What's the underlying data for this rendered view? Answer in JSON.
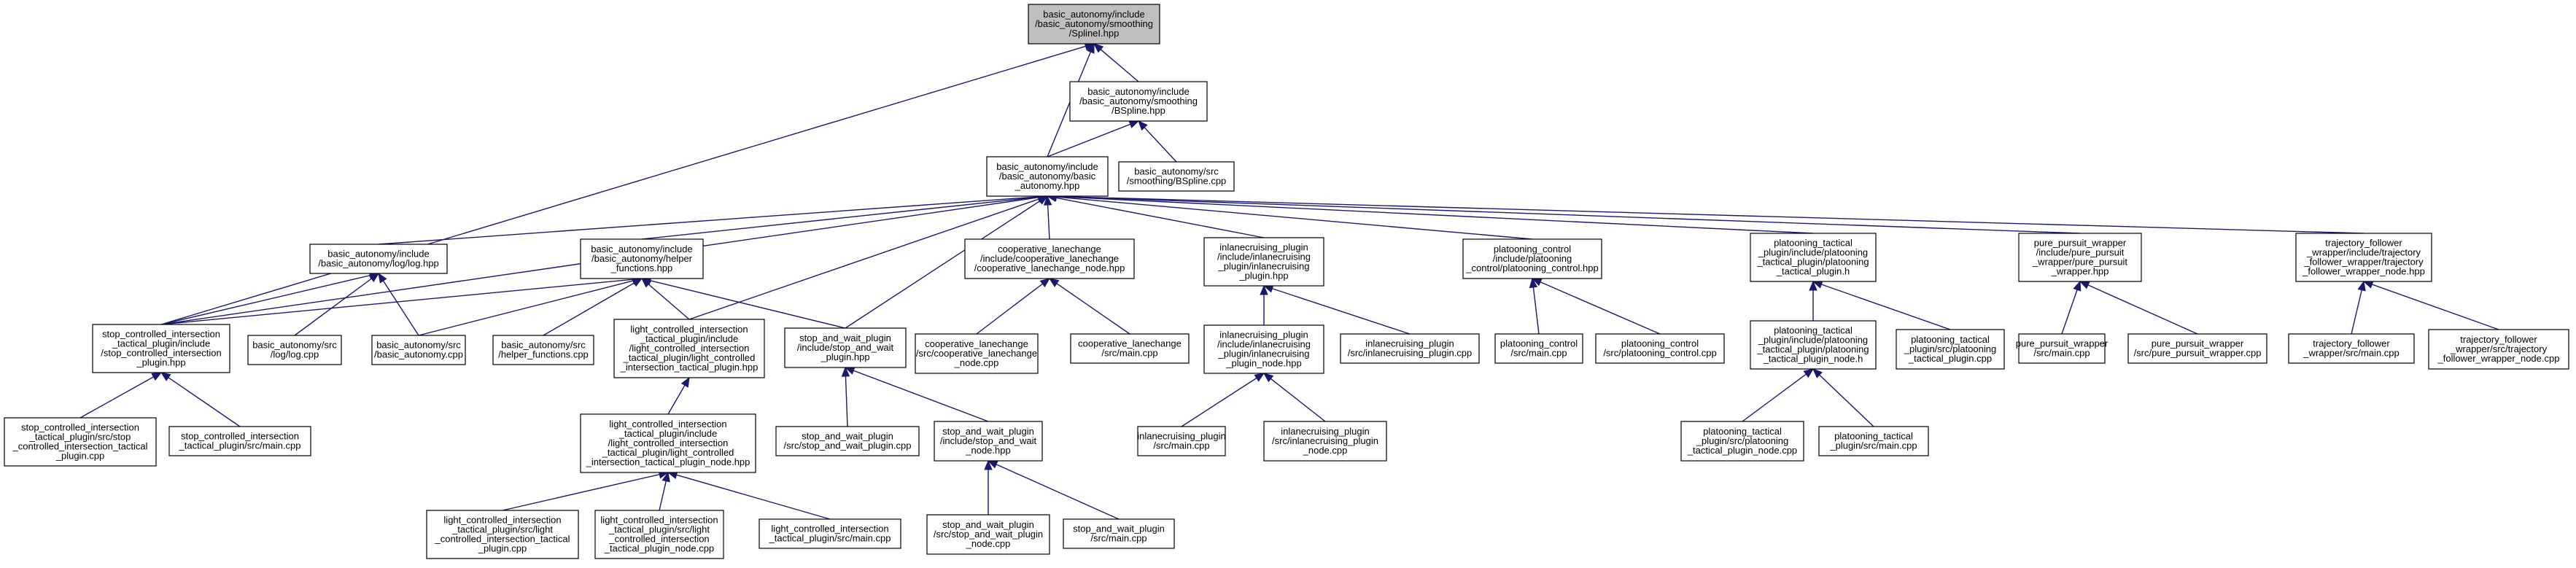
{
  "graph": {
    "type": "include-dependency-graph",
    "nodes": [
      {
        "id": "spline",
        "lines": [
          "basic_autonomy/include",
          "/basic_autonomy/smoothing",
          "/SplineI.hpp"
        ],
        "highlighted": true
      },
      {
        "id": "bspline_hpp",
        "lines": [
          "basic_autonomy/include",
          "/basic_autonomy/smoothing",
          "/BSpline.hpp"
        ]
      },
      {
        "id": "basic_autonomy_hpp",
        "lines": [
          "basic_autonomy/include",
          "/basic_autonomy/basic",
          "_autonomy.hpp"
        ]
      },
      {
        "id": "bspline_cpp",
        "lines": [
          "basic_autonomy/src",
          "/smoothing/BSpline.cpp"
        ]
      },
      {
        "id": "log_hpp",
        "lines": [
          "basic_autonomy/include",
          "/basic_autonomy/log/log.hpp"
        ]
      },
      {
        "id": "helper_hpp",
        "lines": [
          "basic_autonomy/include",
          "/basic_autonomy/helper",
          "_functions.hpp"
        ]
      },
      {
        "id": "coop_node_hpp",
        "lines": [
          "cooperative_lanechange",
          "/include/cooperative_lanechange",
          "/cooperative_lanechange_node.hpp"
        ]
      },
      {
        "id": "inlane_hpp",
        "lines": [
          "inlanecruising_plugin",
          "/include/inlanecruising",
          "_plugin/inlanecruising",
          "_plugin.hpp"
        ]
      },
      {
        "id": "platoon_ctrl_hpp",
        "lines": [
          "platooning_control",
          "/include/platooning",
          "_control/platooning_control.hpp"
        ]
      },
      {
        "id": "platoon_tac_h",
        "lines": [
          "platooning_tactical",
          "_plugin/include/platooning",
          "_tactical_plugin/platooning",
          "_tactical_plugin.h"
        ]
      },
      {
        "id": "pp_hpp",
        "lines": [
          "pure_pursuit_wrapper",
          "/include/pure_pursuit",
          "_wrapper/pure_pursuit",
          "_wrapper.hpp"
        ]
      },
      {
        "id": "tf_node_hpp",
        "lines": [
          "trajectory_follower",
          "_wrapper/include/trajectory",
          "_follower_wrapper/trajectory",
          "_follower_wrapper_node.hpp"
        ]
      },
      {
        "id": "sci_hpp",
        "lines": [
          "stop_controlled_intersection",
          "_tactical_plugin/include",
          "/stop_controlled_intersection",
          "_plugin.hpp"
        ]
      },
      {
        "id": "log_cpp",
        "lines": [
          "basic_autonomy/src",
          "/log/log.cpp"
        ]
      },
      {
        "id": "ba_cpp",
        "lines": [
          "basic_autonomy/src",
          "/basic_autonomy.cpp"
        ]
      },
      {
        "id": "helper_cpp",
        "lines": [
          "basic_autonomy/src",
          "/helper_functions.cpp"
        ]
      },
      {
        "id": "lci_hpp",
        "lines": [
          "light_controlled_intersection",
          "_tactical_plugin/include",
          "/light_controlled_intersection",
          "_tactical_plugin/light_controlled",
          "_intersection_tactical_plugin.hpp"
        ]
      },
      {
        "id": "saw_hpp",
        "lines": [
          "stop_and_wait_plugin",
          "/include/stop_and_wait",
          "_plugin.hpp"
        ]
      },
      {
        "id": "coop_node_cpp",
        "lines": [
          "cooperative_lanechange",
          "/src/cooperative_lanechange",
          "_node.cpp"
        ]
      },
      {
        "id": "coop_main",
        "lines": [
          "cooperative_lanechange",
          "/src/main.cpp"
        ]
      },
      {
        "id": "inlane_node_hpp",
        "lines": [
          "inlanecruising_plugin",
          "/include/inlanecruising",
          "_plugin/inlanecruising",
          "_plugin_node.hpp"
        ]
      },
      {
        "id": "inlane_cpp",
        "lines": [
          "inlanecruising_plugin",
          "/src/inlanecruising_plugin.cpp"
        ]
      },
      {
        "id": "platoon_ctrl_main",
        "lines": [
          "platooning_control",
          "/src/main.cpp"
        ]
      },
      {
        "id": "platoon_ctrl_cpp",
        "lines": [
          "platooning_control",
          "/src/platooning_control.cpp"
        ]
      },
      {
        "id": "platoon_tac_node_h",
        "lines": [
          "platooning_tactical",
          "_plugin/include/platooning",
          "_tactical_plugin/platooning",
          "_tactical_plugin_node.h"
        ]
      },
      {
        "id": "platoon_tac_cpp",
        "lines": [
          "platooning_tactical",
          "_plugin/src/platooning",
          "_tactical_plugin.cpp"
        ]
      },
      {
        "id": "pp_main",
        "lines": [
          "pure_pursuit_wrapper",
          "/src/main.cpp"
        ]
      },
      {
        "id": "pp_cpp",
        "lines": [
          "pure_pursuit_wrapper",
          "/src/pure_pursuit_wrapper.cpp"
        ]
      },
      {
        "id": "tf_main",
        "lines": [
          "trajectory_follower",
          "_wrapper/src/main.cpp"
        ]
      },
      {
        "id": "tf_node_cpp",
        "lines": [
          "trajectory_follower",
          "_wrapper/src/trajectory",
          "_follower_wrapper_node.cpp"
        ]
      },
      {
        "id": "sci_cpp",
        "lines": [
          "stop_controlled_intersection",
          "_tactical_plugin/src/stop",
          "_controlled_intersection_tactical",
          "_plugin.cpp"
        ]
      },
      {
        "id": "sci_main",
        "lines": [
          "stop_controlled_intersection",
          "_tactical_plugin/src/main.cpp"
        ]
      },
      {
        "id": "lci_node_hpp",
        "lines": [
          "light_controlled_intersection",
          "_tactical_plugin/include",
          "/light_controlled_intersection",
          "_tactical_plugin/light_controlled",
          "_intersection_tactical_plugin_node.hpp"
        ]
      },
      {
        "id": "saw_cpp",
        "lines": [
          "stop_and_wait_plugin",
          "/src/stop_and_wait_plugin.cpp"
        ]
      },
      {
        "id": "saw_node_hpp",
        "lines": [
          "stop_and_wait_plugin",
          "/include/stop_and_wait",
          "_node.hpp"
        ]
      },
      {
        "id": "inlane_main",
        "lines": [
          "inlanecruising_plugin",
          "/src/main.cpp"
        ]
      },
      {
        "id": "inlane_node_cpp",
        "lines": [
          "inlanecruising_plugin",
          "/src/inlanecruising_plugin",
          "_node.cpp"
        ]
      },
      {
        "id": "platoon_tac_node_cpp",
        "lines": [
          "platooning_tactical",
          "_plugin/src/platooning",
          "_tactical_plugin_node.cpp"
        ]
      },
      {
        "id": "platoon_tac_main",
        "lines": [
          "platooning_tactical",
          "_plugin/src/main.cpp"
        ]
      },
      {
        "id": "lci_cpp",
        "lines": [
          "light_controlled_intersection",
          "_tactical_plugin/src/light",
          "_controlled_intersection_tactical",
          "_plugin.cpp"
        ]
      },
      {
        "id": "lci_node_cpp",
        "lines": [
          "light_controlled_intersection",
          "_tactical_plugin/src/light",
          "_controlled_intersection",
          "_tactical_plugin_node.cpp"
        ]
      },
      {
        "id": "lci_main",
        "lines": [
          "light_controlled_intersection",
          "_tactical_plugin/src/main.cpp"
        ]
      },
      {
        "id": "saw_node_cpp",
        "lines": [
          "stop_and_wait_plugin",
          "/src/stop_and_wait_plugin",
          "_node.cpp"
        ]
      },
      {
        "id": "saw_main",
        "lines": [
          "stop_and_wait_plugin",
          "/src/main.cpp"
        ]
      }
    ],
    "edges": [
      [
        "bspline_hpp",
        "spline"
      ],
      [
        "basic_autonomy_hpp",
        "spline"
      ],
      [
        "sci_hpp",
        "spline"
      ],
      [
        "basic_autonomy_hpp",
        "bspline_hpp"
      ],
      [
        "bspline_cpp",
        "bspline_hpp"
      ],
      [
        "log_hpp",
        "basic_autonomy_hpp"
      ],
      [
        "helper_hpp",
        "basic_autonomy_hpp"
      ],
      [
        "coop_node_hpp",
        "basic_autonomy_hpp"
      ],
      [
        "inlane_hpp",
        "basic_autonomy_hpp"
      ],
      [
        "platoon_ctrl_hpp",
        "basic_autonomy_hpp"
      ],
      [
        "platoon_tac_h",
        "basic_autonomy_hpp"
      ],
      [
        "pp_hpp",
        "basic_autonomy_hpp"
      ],
      [
        "tf_node_hpp",
        "basic_autonomy_hpp"
      ],
      [
        "sci_hpp",
        "basic_autonomy_hpp"
      ],
      [
        "lci_hpp",
        "basic_autonomy_hpp"
      ],
      [
        "saw_hpp",
        "basic_autonomy_hpp"
      ],
      [
        "sci_hpp",
        "log_hpp"
      ],
      [
        "log_cpp",
        "log_hpp"
      ],
      [
        "ba_cpp",
        "log_hpp"
      ],
      [
        "sci_hpp",
        "helper_hpp"
      ],
      [
        "ba_cpp",
        "helper_hpp"
      ],
      [
        "helper_cpp",
        "helper_hpp"
      ],
      [
        "lci_hpp",
        "helper_hpp"
      ],
      [
        "saw_hpp",
        "helper_hpp"
      ],
      [
        "coop_node_cpp",
        "coop_node_hpp"
      ],
      [
        "coop_main",
        "coop_node_hpp"
      ],
      [
        "inlane_node_hpp",
        "inlane_hpp"
      ],
      [
        "inlane_cpp",
        "inlane_hpp"
      ],
      [
        "platoon_ctrl_main",
        "platoon_ctrl_hpp"
      ],
      [
        "platoon_ctrl_cpp",
        "platoon_ctrl_hpp"
      ],
      [
        "platoon_tac_node_h",
        "platoon_tac_h"
      ],
      [
        "platoon_tac_cpp",
        "platoon_tac_h"
      ],
      [
        "pp_main",
        "pp_hpp"
      ],
      [
        "pp_cpp",
        "pp_hpp"
      ],
      [
        "tf_main",
        "tf_node_hpp"
      ],
      [
        "tf_node_cpp",
        "tf_node_hpp"
      ],
      [
        "sci_cpp",
        "sci_hpp"
      ],
      [
        "sci_main",
        "sci_hpp"
      ],
      [
        "lci_node_hpp",
        "lci_hpp"
      ],
      [
        "saw_cpp",
        "saw_hpp"
      ],
      [
        "saw_node_hpp",
        "saw_hpp"
      ],
      [
        "inlane_main",
        "inlane_node_hpp"
      ],
      [
        "inlane_node_cpp",
        "inlane_node_hpp"
      ],
      [
        "platoon_tac_node_cpp",
        "platoon_tac_node_h"
      ],
      [
        "platoon_tac_main",
        "platoon_tac_node_h"
      ],
      [
        "lci_cpp",
        "lci_node_hpp"
      ],
      [
        "lci_node_cpp",
        "lci_node_hpp"
      ],
      [
        "lci_main",
        "lci_node_hpp"
      ],
      [
        "saw_node_cpp",
        "saw_node_hpp"
      ],
      [
        "saw_main",
        "saw_node_hpp"
      ]
    ]
  },
  "colors": {
    "edge": "#191970",
    "node_fill": "#ffffff",
    "highlight_fill": "#bfbfbf",
    "border": "#000000"
  }
}
